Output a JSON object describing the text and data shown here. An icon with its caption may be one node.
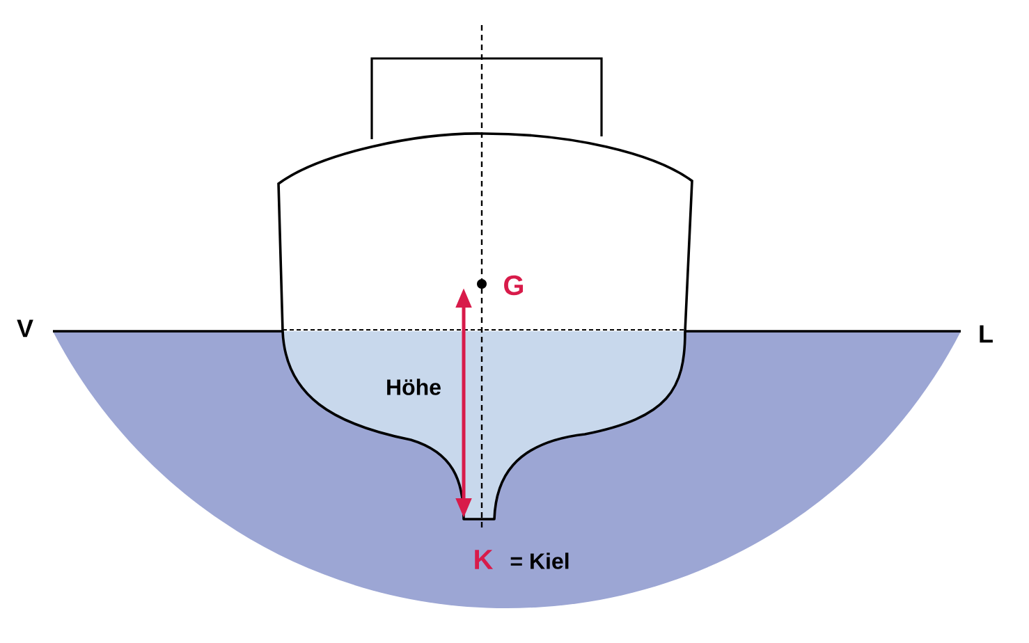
{
  "diagram": {
    "labels": [
      "G",
      "V",
      "L",
      "Höhe",
      "K",
      "= Kiel"
    ]
  }
}
